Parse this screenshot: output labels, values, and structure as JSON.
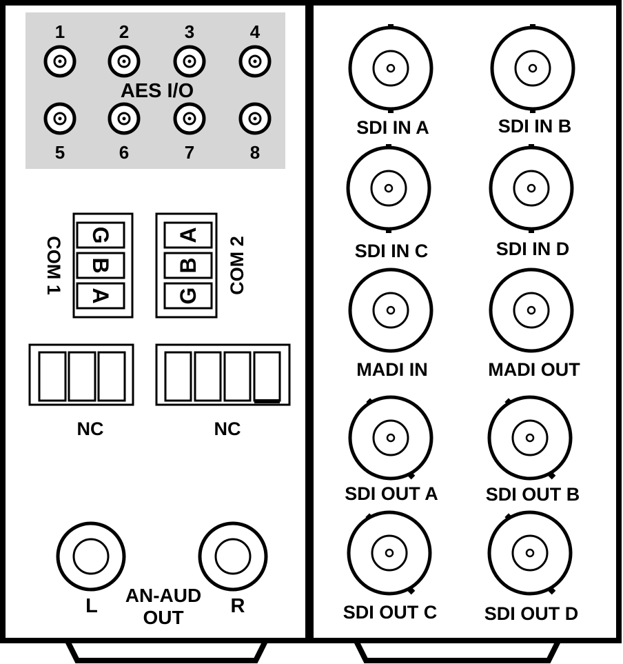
{
  "colors": {
    "outline": "#000000",
    "panel": "#ffffff",
    "aes_block": "#d6d6d6"
  },
  "aes": {
    "title": "AES I/O",
    "top_numbers": [
      "1",
      "2",
      "3",
      "4"
    ],
    "bottom_numbers": [
      "5",
      "6",
      "7",
      "8"
    ]
  },
  "com1": {
    "label": "COM 1",
    "pins": [
      "G",
      "B",
      "A"
    ]
  },
  "com2": {
    "label": "COM 2",
    "pins": [
      "A",
      "B",
      "G"
    ]
  },
  "nc_left": {
    "label": "NC"
  },
  "nc_right": {
    "label": "NC"
  },
  "analog_audio": {
    "left_label": "L",
    "right_label": "R",
    "caption_line1": "AN-AUD",
    "caption_line2": "OUT"
  },
  "bnc": {
    "sdi_in_a": "SDI IN A",
    "sdi_in_b": "SDI IN B",
    "sdi_in_c": "SDI IN C",
    "sdi_in_d": "SDI IN D",
    "madi_in": "MADI IN",
    "madi_out": "MADI OUT",
    "sdi_out_a": "SDI OUT A",
    "sdi_out_b": "SDI OUT B",
    "sdi_out_c": "SDI OUT C",
    "sdi_out_d": "SDI OUT D"
  }
}
